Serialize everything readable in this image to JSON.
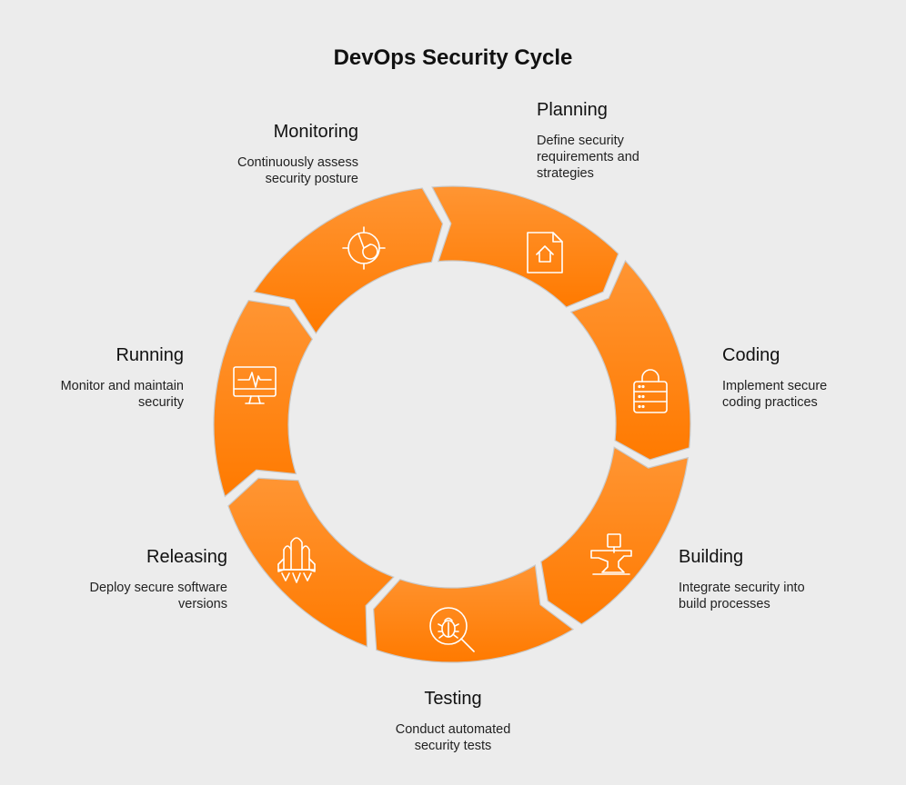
{
  "title": "DevOps Security Cycle",
  "colors": {
    "background": "#ececec",
    "ring_light": "#ff9533",
    "ring_dark": "#ff7a00",
    "segment_border": "#c9c9c9",
    "icon": "#ffffff"
  },
  "stages": [
    {
      "key": "planning",
      "title": "Planning",
      "description": "Define security requirements and strategies",
      "icon": "document-home-icon"
    },
    {
      "key": "coding",
      "title": "Coding",
      "description": "Implement secure coding practices",
      "icon": "lock-server-icon"
    },
    {
      "key": "building",
      "title": "Building",
      "description": "Integrate security into build processes",
      "icon": "anvil-hammer-icon"
    },
    {
      "key": "testing",
      "title": "Testing",
      "description": "Conduct automated security tests",
      "icon": "bug-magnifier-icon"
    },
    {
      "key": "releasing",
      "title": "Releasing",
      "description": "Deploy secure software versions",
      "icon": "rocket-icon"
    },
    {
      "key": "running",
      "title": "Running",
      "description": "Monitor and maintain security",
      "icon": "monitor-pulse-icon"
    },
    {
      "key": "monitoring",
      "title": "Monitoring",
      "description": "Continuously assess security posture",
      "icon": "radar-icon"
    }
  ]
}
